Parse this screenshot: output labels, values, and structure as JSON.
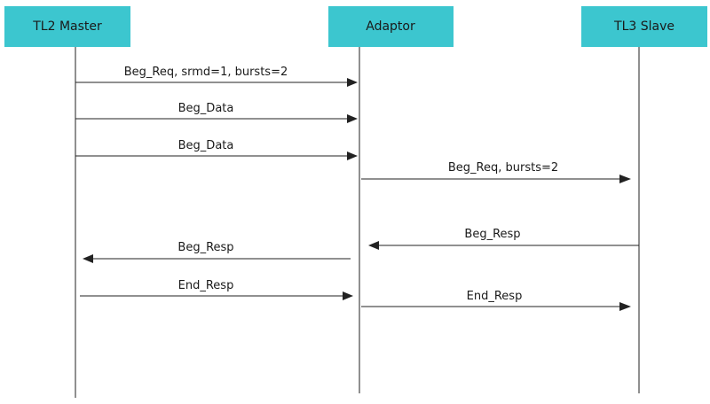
{
  "participants": [
    {
      "id": "master",
      "name": "TL2 Master"
    },
    {
      "id": "adaptor",
      "name": "Adaptor"
    },
    {
      "id": "slave",
      "name": "TL3 Slave"
    }
  ],
  "messages": [
    {
      "from": "master",
      "to": "adaptor",
      "label": "Beg_Req, srmd=1, bursts=2"
    },
    {
      "from": "master",
      "to": "adaptor",
      "label": "Beg_Data"
    },
    {
      "from": "master",
      "to": "adaptor",
      "label": "Beg_Data"
    },
    {
      "from": "adaptor",
      "to": "slave",
      "label": "Beg_Req, bursts=2"
    },
    {
      "from": "slave",
      "to": "adaptor",
      "label": "Beg_Resp"
    },
    {
      "from": "adaptor",
      "to": "master",
      "label": "Beg_Resp"
    },
    {
      "from": "master",
      "to": "adaptor",
      "label": "End_Resp"
    },
    {
      "from": "adaptor",
      "to": "slave",
      "label": "End_Resp"
    }
  ],
  "colors": {
    "header": "#3cc6cf",
    "line": "#222222"
  }
}
